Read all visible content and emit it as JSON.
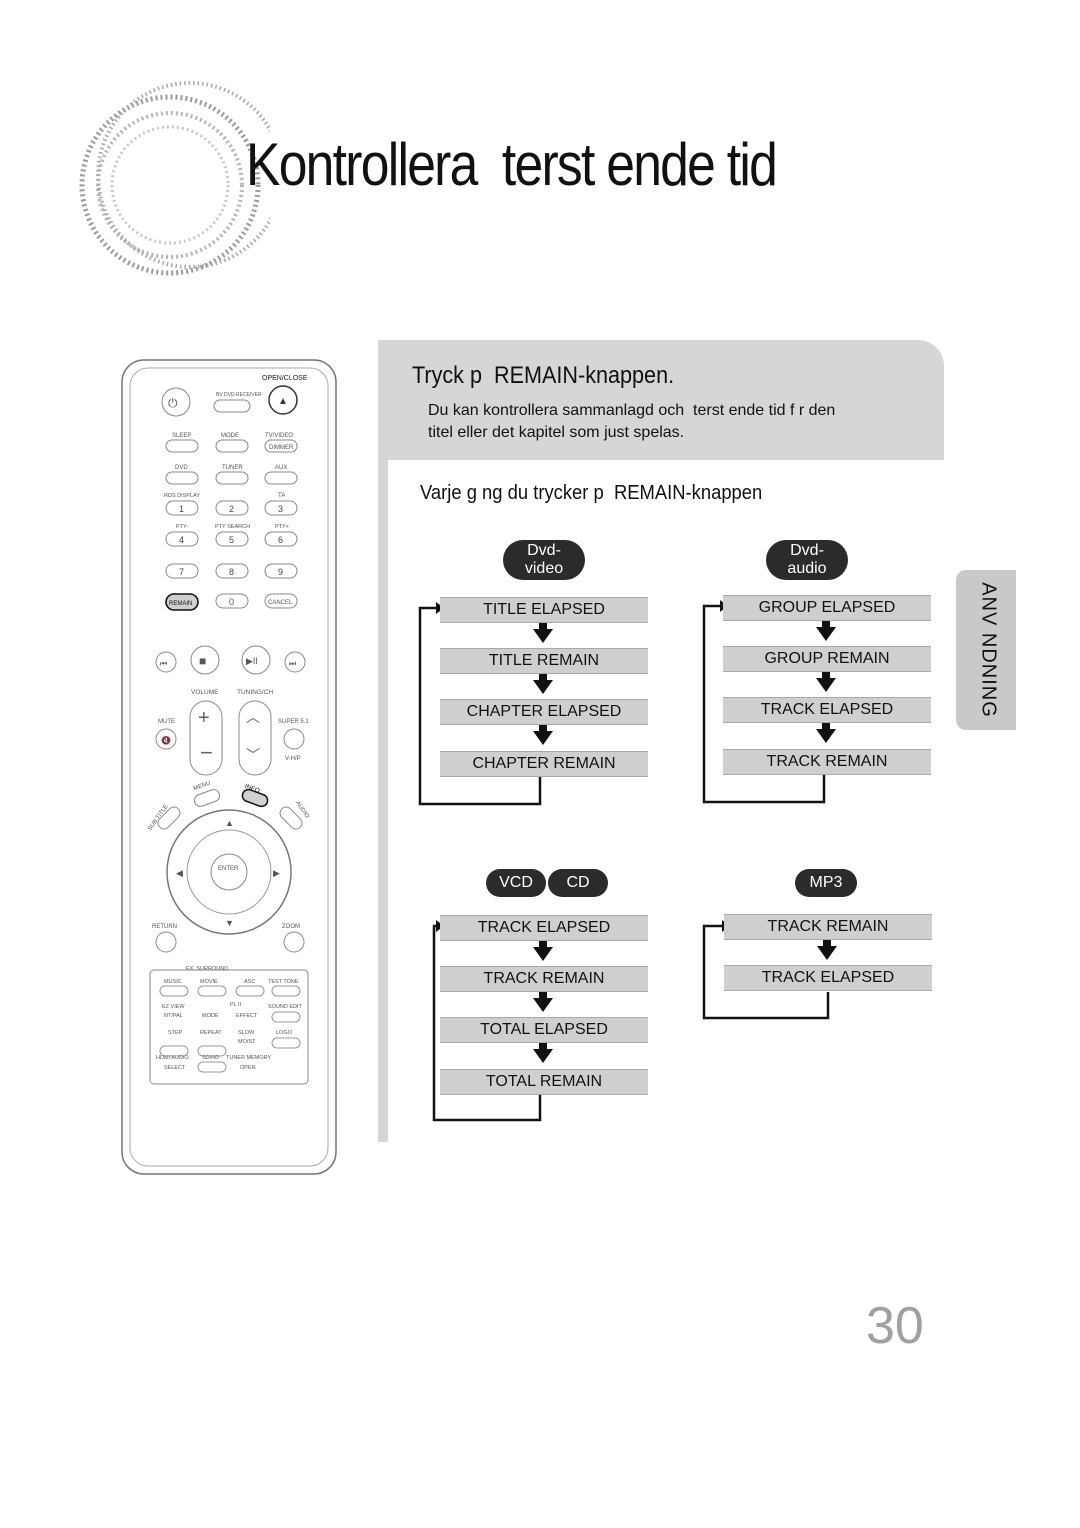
{
  "header": {
    "title": "Kontrollera  terst ende tid"
  },
  "step": {
    "title": "Tryck p  REMAIN-knappen.",
    "body_line1": "Du kan kontrollera sammanlagd och  terst ende tid f r den",
    "body_line2": "titel eller det kapitel som just spelas."
  },
  "subheading": "Varje g ng du trycker p  REMAIN-knappen",
  "badges": {
    "dvd_video_line1": "Dvd-",
    "dvd_video_line2": "video",
    "dvd_audio_line1": "Dvd-",
    "dvd_audio_line2": "audio",
    "vcd": "VCD",
    "cd": "CD",
    "mp3": "MP3"
  },
  "flows": {
    "dvd_video": [
      "TITLE ELAPSED",
      "TITLE REMAIN",
      "CHAPTER ELAPSED",
      "CHAPTER REMAIN"
    ],
    "dvd_audio": [
      "GROUP ELAPSED",
      "GROUP REMAIN",
      "TRACK ELAPSED",
      "TRACK REMAIN"
    ],
    "vcd_cd": [
      "TRACK ELAPSED",
      "TRACK REMAIN",
      "TOTAL ELAPSED",
      "TOTAL REMAIN"
    ],
    "mp3": [
      "TRACK REMAIN",
      "TRACK ELAPSED"
    ]
  },
  "side_tab": "ANV NDNING",
  "page_number": "30",
  "remote": {
    "open_close": "OPEN/CLOSE",
    "power_modes": "BV   DVD RECEIVER",
    "row1": [
      "SLEEP",
      "MODE",
      "TV/VIDEO"
    ],
    "dimmer": "DIMMER",
    "row2": [
      "DVD",
      "TUNER",
      "AUX"
    ],
    "rds": "RDS DISPLAY",
    "ta": "TA",
    "digits1": [
      "1",
      "2",
      "3"
    ],
    "pty_row": [
      "PTY-",
      "PTY SEARCH",
      "PTY+"
    ],
    "digits2": [
      "4",
      "5",
      "6"
    ],
    "digits3": [
      "7",
      "8",
      "9"
    ],
    "remain": "REMAIN",
    "zero": "0",
    "cancel": "CANCEL",
    "volume": "VOLUME",
    "tuning": "TUNING/CH",
    "mute": "MUTE",
    "super51": "SUPER 5.1",
    "vhp": "V-H/P",
    "menu": "MENU",
    "info": "INFO",
    "subtitle": "SUB TITLE",
    "audio": "AUDIO",
    "enter": "ENTER",
    "return": "RETURN",
    "zoom": "ZOOM",
    "ex_surround": "EX. SURROUND",
    "sq1": [
      "MUSIC",
      "MOVIE",
      "ASC",
      "TEST TONE"
    ],
    "sq2": [
      "EZ VIEW",
      "PL II",
      "SOUND EDIT"
    ],
    "sq2b": [
      "NT/PAL",
      "MODE",
      "EFFECT"
    ],
    "sq3": [
      "STEP",
      "REPEAT",
      "SLOW",
      "LOGO"
    ],
    "sq3b": [
      "MO/ST"
    ],
    "sq4": [
      "HDMI AUDIO",
      "SD/HD",
      "TUNER MEMORY"
    ],
    "sq4b": [
      "SELECT",
      "OPEN"
    ]
  }
}
